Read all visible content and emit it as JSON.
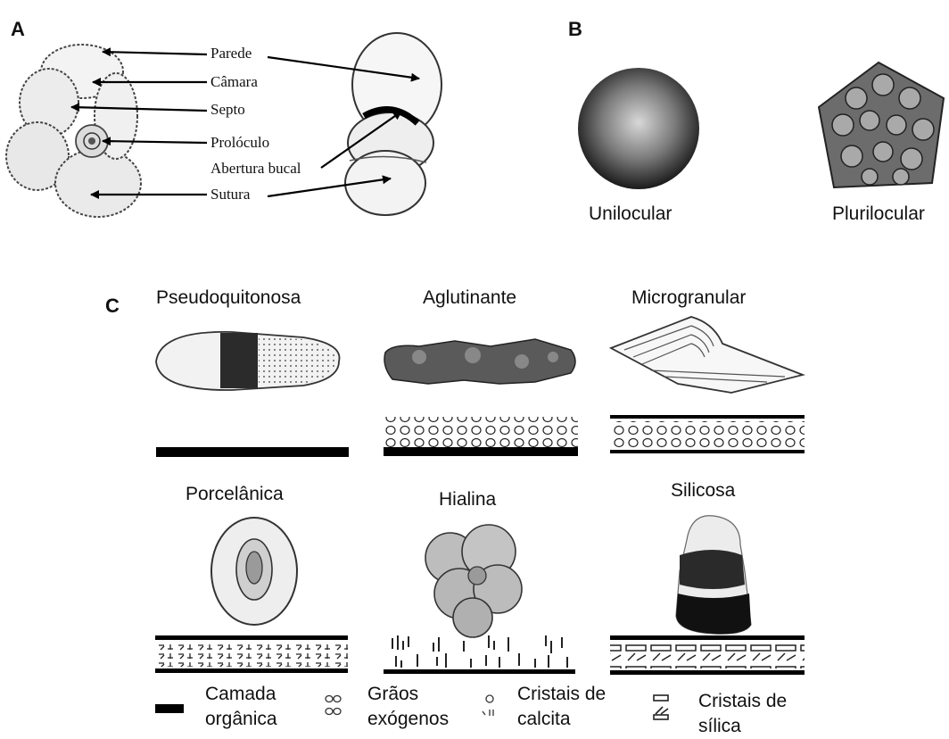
{
  "panels": {
    "a": "A",
    "b": "B",
    "c": "C"
  },
  "panel_a": {
    "labels": [
      "Parede",
      "Câmara",
      "Septo",
      "Prolóculo",
      "Abertura bucal",
      "Sutura"
    ]
  },
  "panel_b": {
    "unilocular": "Unilocular",
    "plurilocular": "Plurilocular"
  },
  "panel_c": {
    "types": [
      "Pseudoquitonosa",
      "Aglutinante",
      "Microgranular",
      "Porcelânica",
      "Hialina",
      "Silicosa"
    ]
  },
  "legend": {
    "organic_1": "Camada",
    "organic_2": "orgânica",
    "grains_1": "Grãos",
    "grains_2": "exógenos",
    "calcite_1": "Cristais de",
    "calcite_2": "calcita",
    "silica_1": "Cristais de",
    "silica_2": "sílica"
  }
}
